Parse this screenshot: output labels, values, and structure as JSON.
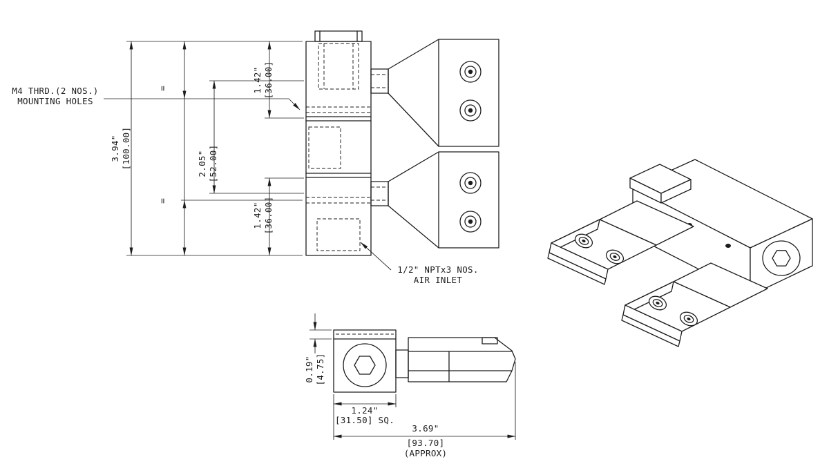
{
  "front_view": {
    "label_m4_line1": "M4 THRD.(2 NOS.)",
    "label_m4_line2": "MOUNTING HOLES",
    "label_npt_line1": "1/2\" NPTx3 NOS.",
    "label_npt_line2": "AIR INLET",
    "dim_overall_in": "3.94\"",
    "dim_overall_mm": "[100.00]",
    "dim_top_in": "1.42\"",
    "dim_top_mm": "[36.00]",
    "dim_mid_in": "2.05\"",
    "dim_mid_mm": "[52.00]",
    "dim_bottom_in": "1.42\"",
    "dim_bottom_mm": "[36.00]",
    "equal_mark_top": "=",
    "equal_mark_bottom": "="
  },
  "bottom_view": {
    "dim_thickness_in": "0.19\"",
    "dim_thickness_mm": "[4.75]",
    "dim_square_in": "1.24\"",
    "dim_square_mm": "[31.50] SQ.",
    "dim_length_in": "3.69\"",
    "dim_length_mm": "[93.70]",
    "dim_length_note": "(APPROX)"
  },
  "colors": {
    "line": "#1c1c1c",
    "background": "#ffffff"
  }
}
